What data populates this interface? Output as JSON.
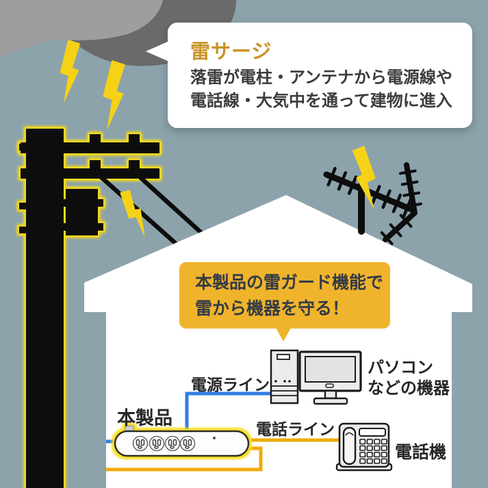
{
  "scene": {
    "background_color": "#8CA3AC",
    "cloud_light_color": "#9E9E9E",
    "cloud_dark_color": "#6A6A6A",
    "lightning_color": "#F5D216",
    "glow_color": "#F7DC1F",
    "silhouette_color": "#0D0D0D",
    "house_color": "#FFFFFF"
  },
  "surge_callout": {
    "title": "雷サージ",
    "title_color": "#C89428",
    "body_line1": "落雷が電柱・アンテナから電源線や",
    "body_line2": "電話線・大気中を通って建物に進入"
  },
  "guard_callout": {
    "bg_color": "#F0B42C",
    "line1": "本製品の雷ガード機能で",
    "line2": "雷から機器を守る！"
  },
  "diagram": {
    "product_label": "本製品",
    "power_line_label": "電源ライン",
    "power_line_color": "#2F7EE3",
    "phone_line_label": "電話ライン",
    "phone_line_color": "#EFAC07",
    "pc_label_line1": "パソコン",
    "pc_label_line2": "などの機器",
    "phone_label": "電話機"
  },
  "illustrations": {
    "storm_cloud": "storm-cloud-illustration",
    "lightning": "lightning-bolt-icon",
    "utility_pole": "utility-pole-illustration",
    "tv_antenna": "tv-antenna-illustration",
    "house": "house-illustration",
    "desktop_pc": "desktop-pc-illustration",
    "telephone": "telephone-illustration",
    "power_strip": "surge-protector-strip-illustration"
  }
}
